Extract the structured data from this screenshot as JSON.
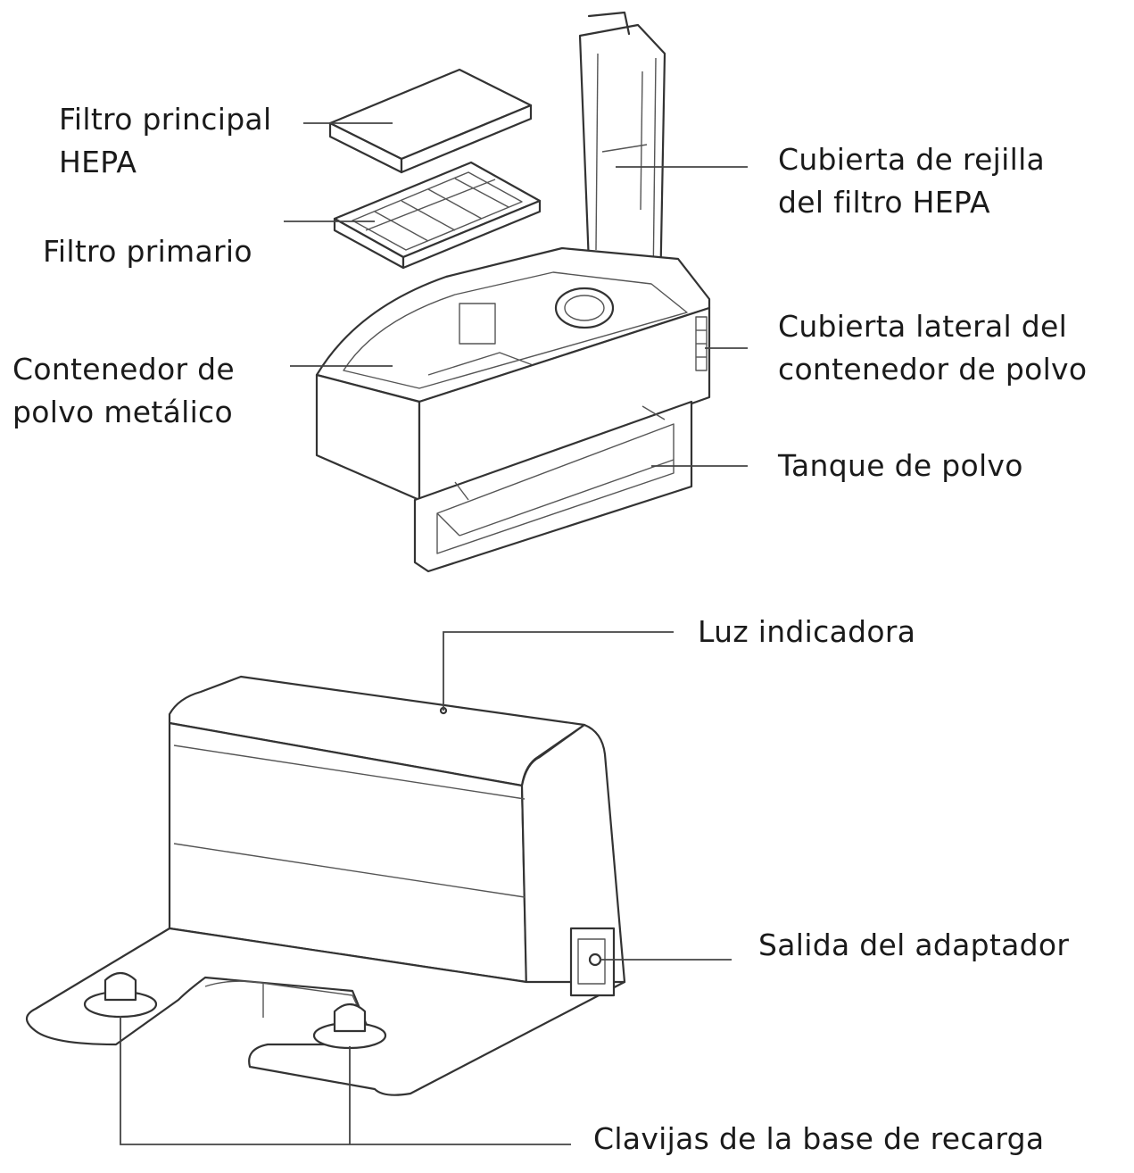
{
  "labels": {
    "hepa_main_filter": [
      "Filtro principal",
      "HEPA"
    ],
    "primary_filter": [
      "Filtro primario"
    ],
    "metal_dust_container": [
      "Contenedor de",
      "polvo metálico"
    ],
    "hepa_grid_cover": [
      "Cubierta de rejilla",
      "del filtro HEPA"
    ],
    "side_cover": [
      "Cubierta lateral del",
      "contenedor de polvo"
    ],
    "dust_tank": [
      "Tanque de polvo"
    ],
    "indicator_light": [
      "Luz indicadora"
    ],
    "adapter_outlet": [
      "Salida del adaptador"
    ],
    "charging_pins": [
      "Clavijas de la base de recarga"
    ]
  },
  "colors": {
    "line": "#333333",
    "text": "#1a1a1a",
    "background": "#ffffff"
  }
}
